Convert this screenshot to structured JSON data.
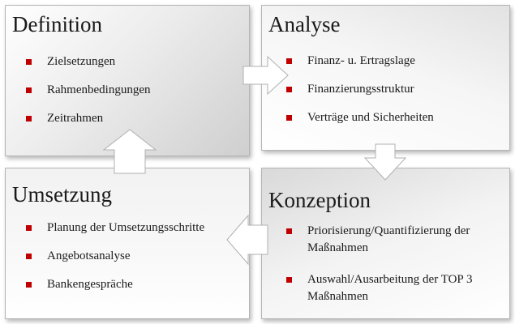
{
  "boxes": {
    "definition": {
      "title": "Definition",
      "items": [
        "Zielsetzungen",
        "Rahmenbedingungen",
        "Zeitrahmen"
      ]
    },
    "analyse": {
      "title": "Analyse",
      "items": [
        "Finanz- u. Ertragslage",
        "Finanzierungsstruktur",
        "Verträge und Sicherheiten"
      ]
    },
    "umsetzung": {
      "title": "Umsetzung",
      "items": [
        "Planung der Umsetzungsschritte",
        "Angebotsanalyse",
        "Bankengespräche"
      ]
    },
    "konzeption": {
      "title": "Konzeption",
      "items": [
        "Priorisierung/Quantifizierung der Maßnahmen",
        "Auswahl/Ausarbeitung der TOP 3 Maßnahmen"
      ]
    }
  },
  "colors": {
    "bullet": "#c00000",
    "text": "#1a1a1a",
    "border": "#b5b5b5"
  }
}
